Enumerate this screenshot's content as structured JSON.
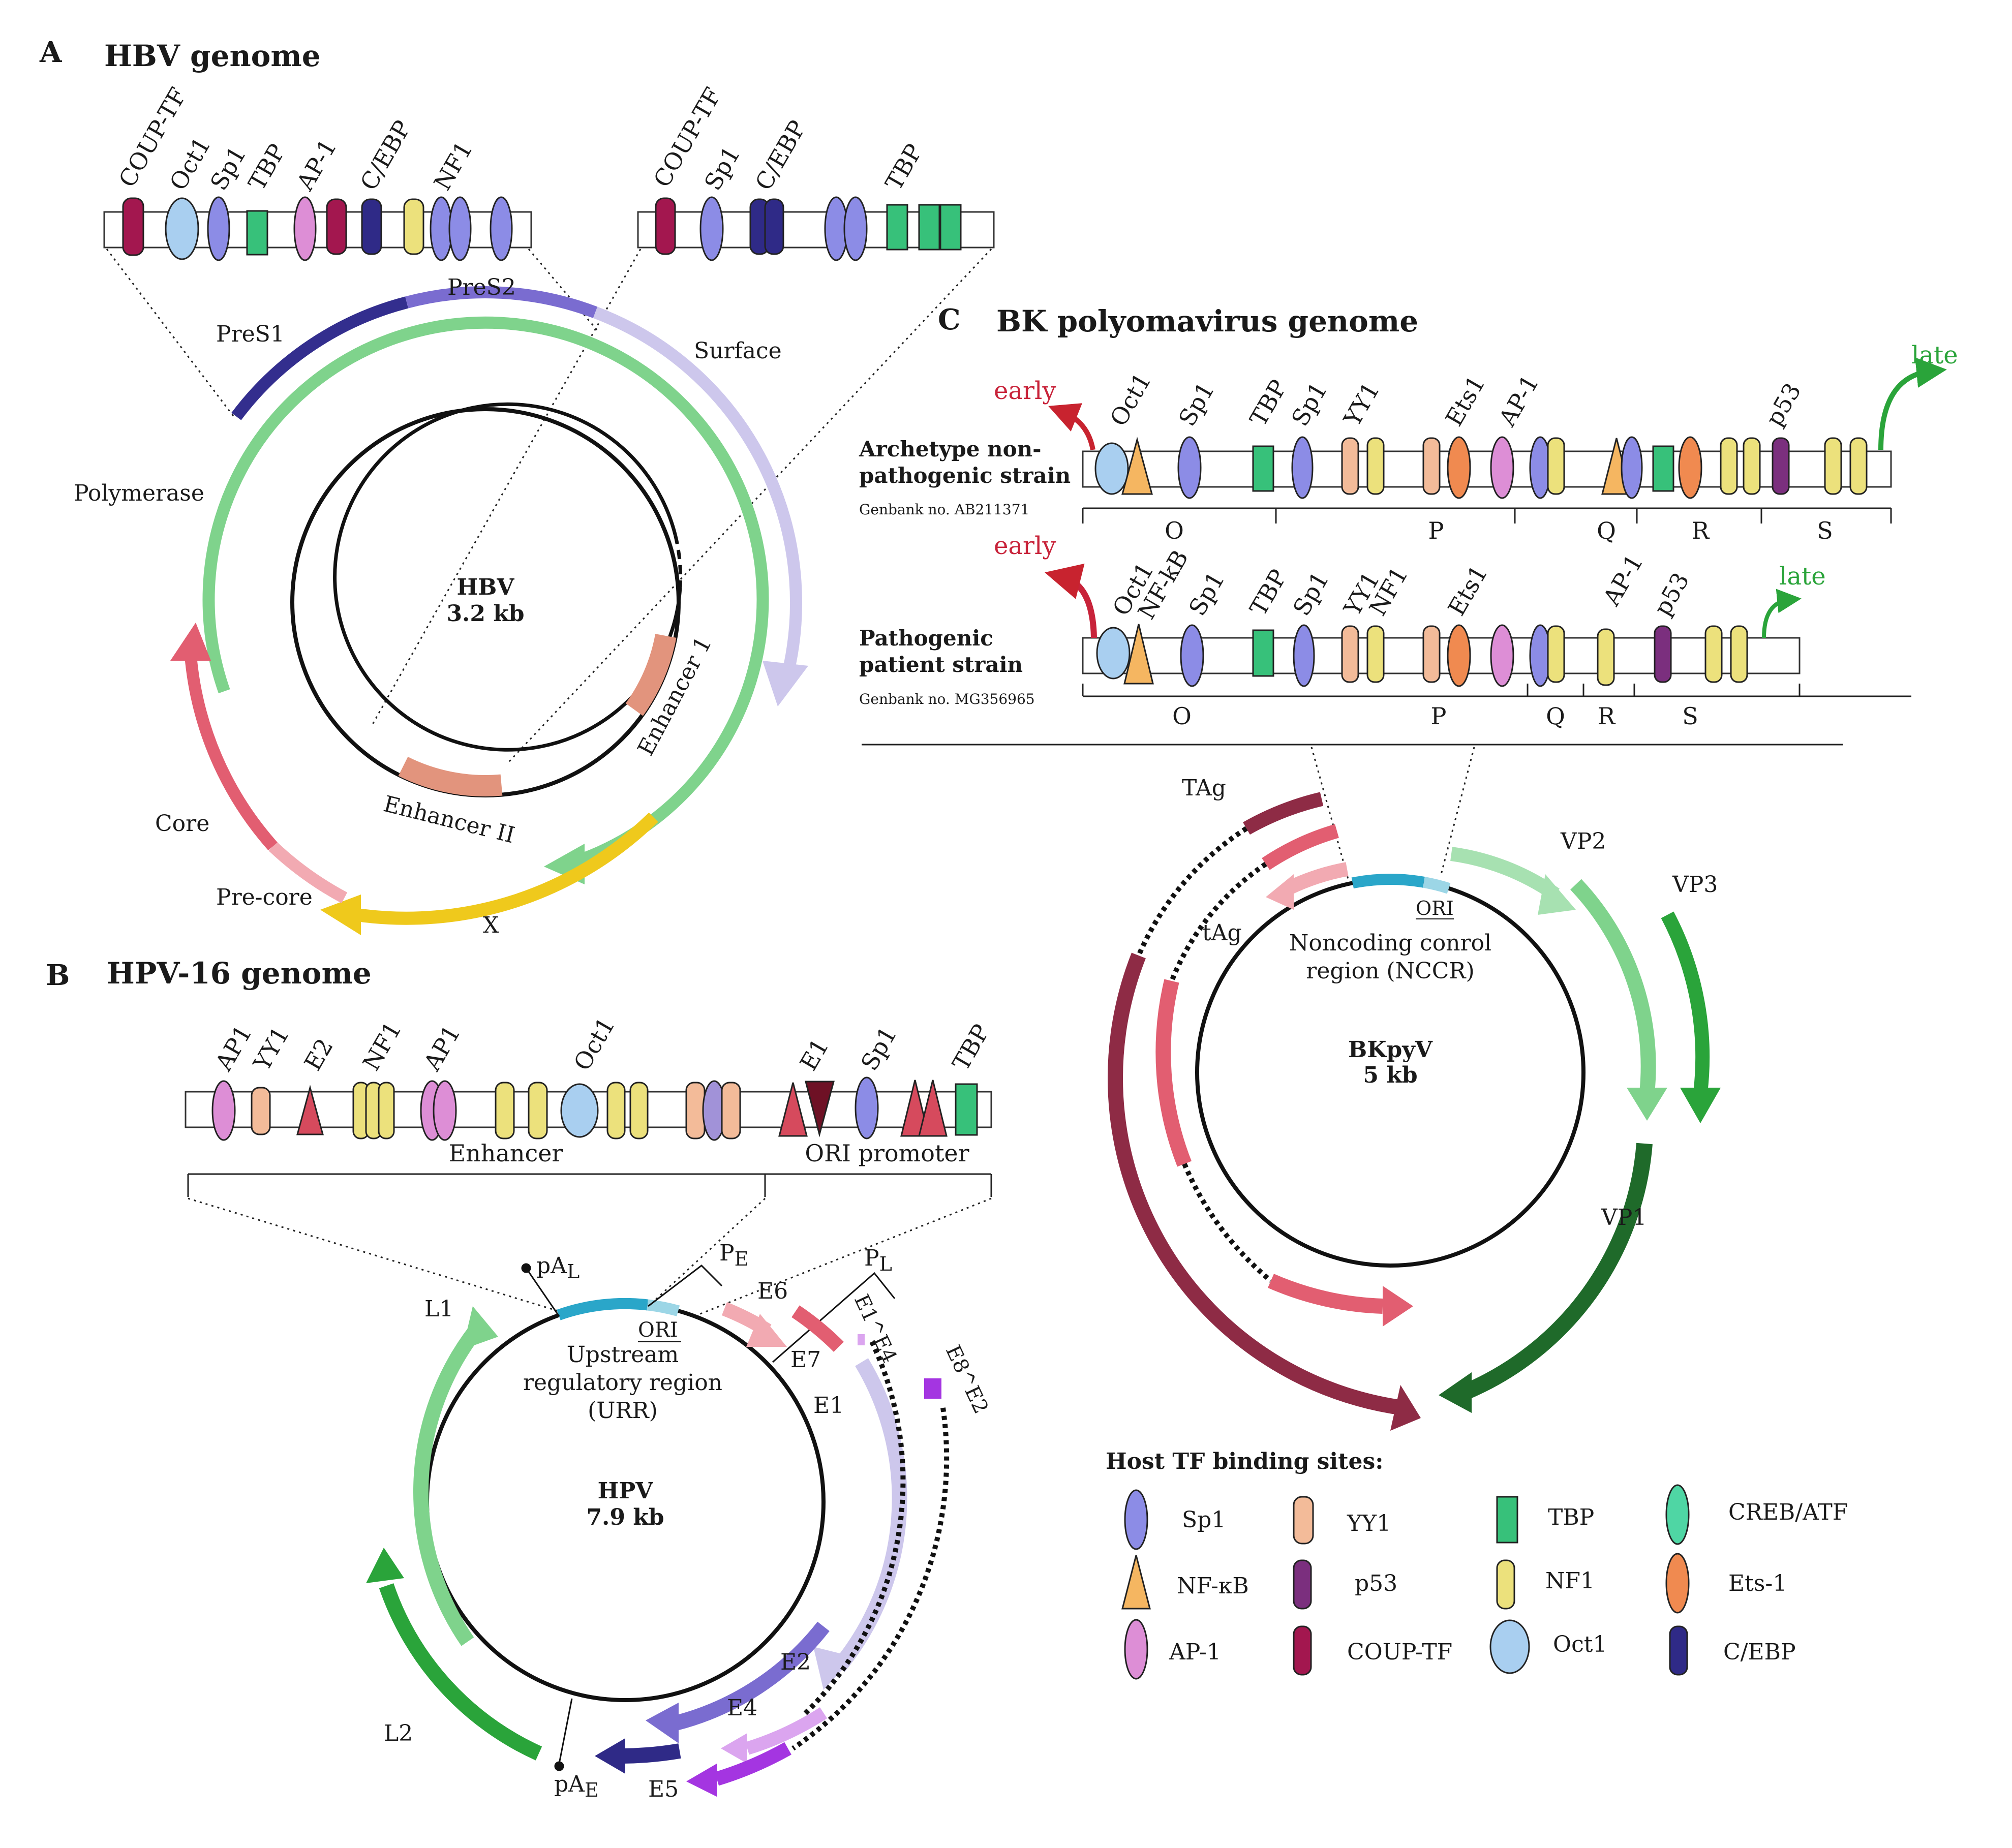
{
  "panels": {
    "a": {
      "letter": "A",
      "title": "HBV genome",
      "center": [
        "HBV",
        "3.2 kb"
      ],
      "labels": {
        "pres1": "PreS1",
        "pres2": "PreS2",
        "surface": "Surface",
        "polymerase": "Polymerase",
        "core": "Core",
        "precore": "Pre-core",
        "x": "X",
        "enh1": "Enhancer 1",
        "enh2": "Enhancer II"
      },
      "box1_labels": [
        "COUP-TF",
        "Oct1",
        "Sp1",
        "TBP",
        "AP-1",
        "C/EBP",
        "NF1"
      ],
      "box2_labels": [
        "COUP-TF",
        "Sp1",
        "C/EBP",
        "TBP"
      ]
    },
    "b": {
      "letter": "B",
      "title": "HPV-16 genome",
      "center": [
        "HPV",
        "7.9 kb"
      ],
      "urr": [
        "Upstream",
        "regulatory region",
        "(URR)"
      ],
      "ori": "ORI",
      "enhancer": "Enhancer",
      "ori_promoter": "ORI promoter",
      "box_labels": [
        "AP1",
        "YY1",
        "E2",
        "NF1",
        "AP1",
        "Oct1",
        "E1",
        "Sp1",
        "TBP"
      ],
      "genes": {
        "e6": "E6",
        "e7": "E7",
        "e1": "E1",
        "e2": "E2",
        "e4": "E4",
        "e5": "E5",
        "l1": "L1",
        "l2": "L2",
        "e1e4": "E1^E4",
        "e8e2": "E8^E2"
      },
      "promoters": {
        "pal": "pA",
        "pal_sub": "L",
        "pe": "P",
        "pe_sub": "E",
        "pl": "P",
        "pl_sub": "L",
        "pae": "pA",
        "pae_sub": "E"
      }
    },
    "c": {
      "letter": "C",
      "title": "BK polyomavirus genome",
      "center": [
        "BKpyV",
        "5 kb"
      ],
      "nccr": [
        "Noncoding conrol",
        "region (NCCR)"
      ],
      "ori": "ORI",
      "archetype": [
        "Archetype non-",
        "pathogenic strain"
      ],
      "archetype_gb": "Genbank no. AB211371",
      "pathogenic": [
        "Pathogenic",
        "patient strain"
      ],
      "pathogenic_gb": "Genbank no. MG356965",
      "early": "early",
      "late": "late",
      "arch_labels": [
        "Oct1",
        "Sp1",
        "TBP",
        "Sp1",
        "YY1",
        "Ets1",
        "AP-1",
        "p53"
      ],
      "path_labels": [
        "Oct1",
        "NF-kB",
        "Sp1",
        "TBP",
        "Sp1",
        "YY1",
        "NF1",
        "Ets1",
        "AP-1",
        "p53"
      ],
      "arch_blocks": [
        "O",
        "P",
        "Q",
        "R",
        "S"
      ],
      "path_blocks": [
        "O",
        "P",
        "Q",
        "R",
        "S"
      ],
      "genes": {
        "tag": "TAg",
        "tag_small": "tAg",
        "vp2": "VP2",
        "vp3": "VP3",
        "vp1": "VP1"
      }
    }
  },
  "legend": {
    "title": "Host TF binding sites:",
    "items": [
      {
        "name": "Sp1",
        "shape": "ellipse",
        "color": "#8c8ce6"
      },
      {
        "name": "YY1",
        "shape": "pill",
        "color": "#f3bb99"
      },
      {
        "name": "TBP",
        "shape": "rect",
        "color": "#37c17a"
      },
      {
        "name": "CREB/ATF",
        "shape": "ellipse",
        "color": "#4fd6a4"
      },
      {
        "name": "NF-κB",
        "shape": "triangle",
        "color": "#f5b661"
      },
      {
        "name": "p53",
        "shape": "pill",
        "color": "#7b2f7e"
      },
      {
        "name": "NF1",
        "shape": "pill",
        "color": "#ece17c"
      },
      {
        "name": "Ets-1",
        "shape": "ellipse",
        "color": "#f08a50"
      },
      {
        "name": "AP-1",
        "shape": "ellipse",
        "color": "#dd8ed6"
      },
      {
        "name": "COUP-TF",
        "shape": "pill",
        "color": "#a3174f"
      },
      {
        "name": "Oct1",
        "shape": "circle",
        "color": "#a9cff0"
      },
      {
        "name": "C/EBP",
        "shape": "pill",
        "color": "#2f2a87"
      }
    ]
  }
}
